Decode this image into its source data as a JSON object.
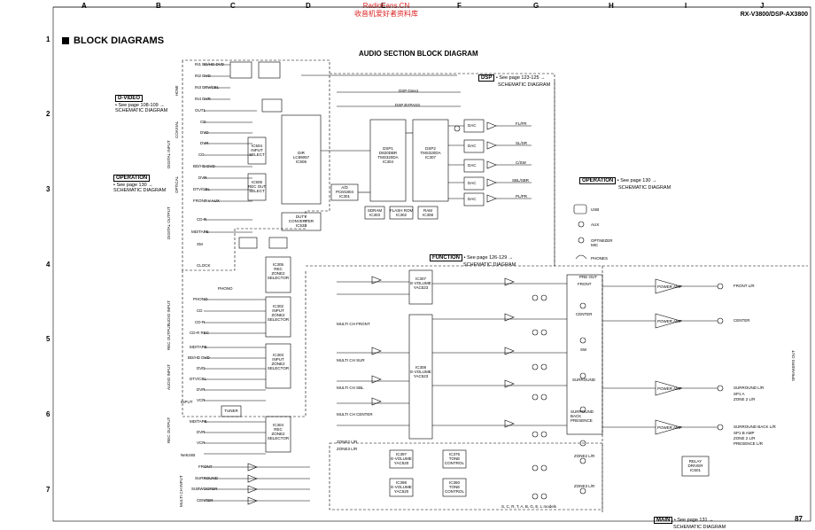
{
  "grid": {
    "columns": [
      "A",
      "B",
      "C",
      "D",
      "E",
      "F",
      "G",
      "H",
      "I",
      "J"
    ],
    "rows": [
      "1",
      "2",
      "3",
      "4",
      "5",
      "6",
      "7"
    ]
  },
  "watermark": {
    "line1": "RadioFans.CN",
    "line2": "收音机爱好者资料库"
  },
  "model": "RX-V3800/DSP-AX3800",
  "section_title": "BLOCK DIAGRAMS",
  "diagram_title": "AUDIO SECTION BLOCK DIAGRAM",
  "page_number": "87",
  "callouts": {
    "dvideo": {
      "title": "D-VIDEO",
      "line1": "• See page 108-109 →",
      "line2": "SCHEMATIC DIAGRAM"
    },
    "operation_left": {
      "title": "OPERATION",
      "line1": "• See page 130 →",
      "line2": "SCHEMATIC DIAGRAM"
    },
    "dsp": {
      "title": "DSP",
      "line1": "• See page 123-125 →",
      "line2": "SCHEMATIC DIAGRAM"
    },
    "operation_right": {
      "title": "OPERATION",
      "line1": "• See page 130 →",
      "line2": "SCHEMATIC DIAGRAM"
    },
    "function": {
      "title": "FUNCTION",
      "line1": "• See page 126-129 →",
      "line2": "SCHEMATIC DIAGRAM"
    },
    "main": {
      "title": "MAIN",
      "line1": "• See page 131 →",
      "line2": "SCHEMATIC DIAGRAM"
    }
  },
  "blocks": {
    "dir": {
      "l1": "DIR",
      "l2": "LC89057",
      "l3": "IC506"
    },
    "dsp1": {
      "l1": "DSP1",
      "l2": "D820DBR",
      "l3": "TMS320DA",
      "l4": "IC304"
    },
    "dsp2": {
      "l1": "DSP2",
      "l2": "TMS320DA",
      "l3": "IC307"
    },
    "adc": {
      "l1": "A/D",
      "l2": "PCM1804",
      "l3": "IC301"
    },
    "sdram": {
      "l1": "SDRAM",
      "l2": "IC303"
    },
    "flash": {
      "l1": "FLASH ROM",
      "l2": "IC302"
    },
    "ram": {
      "l1": "RAM",
      "l2": "IC308"
    },
    "duty": {
      "l1": "DUTY",
      "l2": "CONVERTER",
      "l3": "IC533"
    },
    "input_sel1": {
      "l1": "IC504",
      "l2": "INPUT",
      "l3": "SELECT"
    },
    "input_sel2": {
      "l1": "IC505",
      "l2": "REC OUT",
      "l3": "SELECT"
    },
    "rec_zone_sel": {
      "l1": "IC305",
      "l2": "REC",
      "l3": "ZONE2",
      "l4": "SELECTOR"
    },
    "input_zone_sel": {
      "l1": "IC302",
      "l2": "INPUT",
      "l3": "ZONE2",
      "l4": "SELECTOR"
    },
    "input_zone_sel2": {
      "l1": "IC303",
      "l2": "INPUT",
      "l3": "ZONE2",
      "l4": "SELECTOR"
    },
    "rec_zone_sel2": {
      "l1": "IC304",
      "l2": "REC",
      "l3": "ZONE2",
      "l4": "SELECTOR"
    },
    "evol1": {
      "l1": "IC307",
      "l2": "E-VOLUME",
      "l3": "YAC523"
    },
    "evol2": {
      "l1": "IC308",
      "l2": "E-VOLUME",
      "l3": "YAC523"
    },
    "evol3": {
      "l1": "IC397",
      "l2": "E-VOLUME",
      "l3": "YAC520"
    },
    "evol4": {
      "l1": "IC398",
      "l2": "E-VOLUME",
      "l3": "YAC520"
    },
    "tone1": {
      "l1": "IC375",
      "l2": "TONE",
      "l3": "CONTROL"
    },
    "tone2": {
      "l1": "IC360",
      "l2": "TONE",
      "l3": "CONTROL"
    },
    "tuner": {
      "l1": "TUNER"
    },
    "relay": {
      "l1": "RELAY",
      "l2": "DRIVER",
      "l3": "IC601"
    },
    "power_amps": [
      "POWER AMP",
      "POWER AMP",
      "POWER AMP",
      "POWER AMP"
    ],
    "dac_blocks": [
      "DAC",
      "DAC",
      "DAC",
      "DAC",
      "DAC"
    ],
    "dac_out_labels": [
      "FL/FR",
      "SL/SR",
      "C/SW",
      "SBL/SBR",
      "PL/PR"
    ],
    "pre_out": "PRE OUT"
  },
  "sidebar_labels": {
    "hdmi": "HDMI",
    "coaxial": "COAXIAL",
    "digital_input": "DIGITAL INPUT",
    "optical": "OPTICAL",
    "digital_output": "DIGITAL OUTPUT",
    "audio_input": "AUDIO INPUT",
    "rec_output": "REC OUTPUT",
    "audio_input2": "AUDIO INPUT",
    "rec_output2": "REC OUTPUT",
    "multi_ch_input": "MULTI CH INPUT",
    "speakers_out": "SPEAKERS OUT"
  },
  "inputs_hdmi": [
    "IN1 BD/HD DVD",
    "IN2 DVD",
    "IN3 DTV/CBL",
    "IN4 DVR",
    "OUT1"
  ],
  "inputs_coax": [
    "CD",
    "DVD",
    "DVR"
  ],
  "inputs_optical": [
    "CD",
    "BD/HD DVD",
    "DVR",
    "DTV/CBL",
    "FRONT V AUX"
  ],
  "outputs_digital": [
    "CD-R",
    "MD/TAPE"
  ],
  "inputs_audio1": [
    "PHONO",
    "CD",
    "CD-R",
    "CD-R REC"
  ],
  "inputs_audio2": [
    "MD/TAPE",
    "BD/HD DVD",
    "DVD",
    "DTV/CBL",
    "DVR",
    "VCR"
  ],
  "inputs_rec": [
    "MD/TAPE",
    "DVR",
    "VCR"
  ],
  "misc_left": [
    "XM",
    "CLOCK",
    "PHONO",
    "INPUT",
    "NetUSB"
  ],
  "multi_ch_out": [
    "FRONT",
    "SURROUND",
    "SUBWOOFER",
    "CENTER"
  ],
  "right_io": [
    "USB",
    "AUX",
    "OPTIMIZER MIC",
    "PHONES"
  ],
  "speaker_outs": [
    "FRONT L/R",
    "CENTER",
    "SURROUND L/R",
    "SURROUND BACK L/R",
    "PRESENCE L/R"
  ],
  "speaker_sub": [
    "SP1 A",
    "ZONE 2 L/R",
    "SP1 B AMP",
    "ZONE 2 L/R"
  ],
  "channel_labels": [
    "FRONT",
    "CENTER",
    "SW",
    "SURROUND",
    "SURROUND BACK PRESENCE",
    "ZONE2 L/R",
    "ZONE3 L/R"
  ],
  "signal_labels": {
    "dsp_direct": "DSP Direct",
    "dsp_bypass": "DSP BYPASS",
    "multi_ch_front": "MULTI CH FRONT",
    "multi_ch_sur": "MULTI CH SUR",
    "multi_ch_sbl": "MULTI CH SBL",
    "multi_ch_center": "MULTI CH CENTER",
    "zone2_lr": "ZONE2 L/R",
    "zone3_lr": "ZONE3 L/R",
    "footnote": "S, C, R, T, A, B, G, E, L models"
  }
}
